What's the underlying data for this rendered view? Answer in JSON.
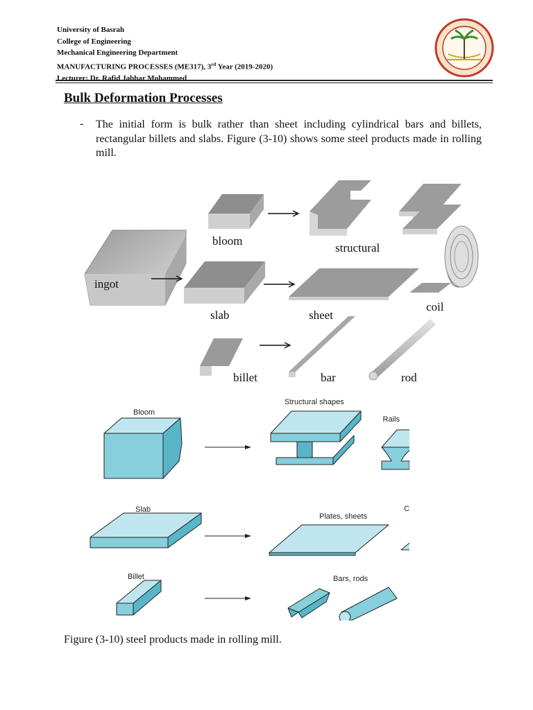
{
  "header": {
    "line1": "University of Basrah",
    "line2": "College of Engineering",
    "line3": "Mechanical Engineering Department",
    "course": "MANUFACTURING PROCESSES (ME317),   3",
    "year_sup": "rd",
    "year_rest": " Year (2019-2020)",
    "lecturer": "Lecturer: Dr. Rafid Jabbar Mohammed"
  },
  "section_title": "Bulk Deformation Processes",
  "bullet_dash": "-",
  "paragraph": "The initial form is bulk rather than sheet including cylindrical bars and billets, rectangular billets and slabs. Figure (3-10) shows some steel products made in rolling mill.",
  "figure1_labels": {
    "ingot": "ingot",
    "bloom": "bloom",
    "structural": "structural",
    "slab": "slab",
    "sheet": "sheet",
    "coil": "coil",
    "billet": "billet",
    "bar": "bar",
    "rod": "rod"
  },
  "figure2_labels": {
    "bloom": "Bloom",
    "structural": "Structural shapes",
    "rails": "Rails",
    "slab": "Slab",
    "plates": "Plates, sheets",
    "coils": "Coils",
    "billet": "Billet",
    "bars": "Bars, rods"
  },
  "caption": "Figure (3-10) steel products made in rolling mill.",
  "colors": {
    "steel_gray": "#b9b9b9",
    "steel_blue": "#7fc7d4",
    "outline": "#222222"
  }
}
